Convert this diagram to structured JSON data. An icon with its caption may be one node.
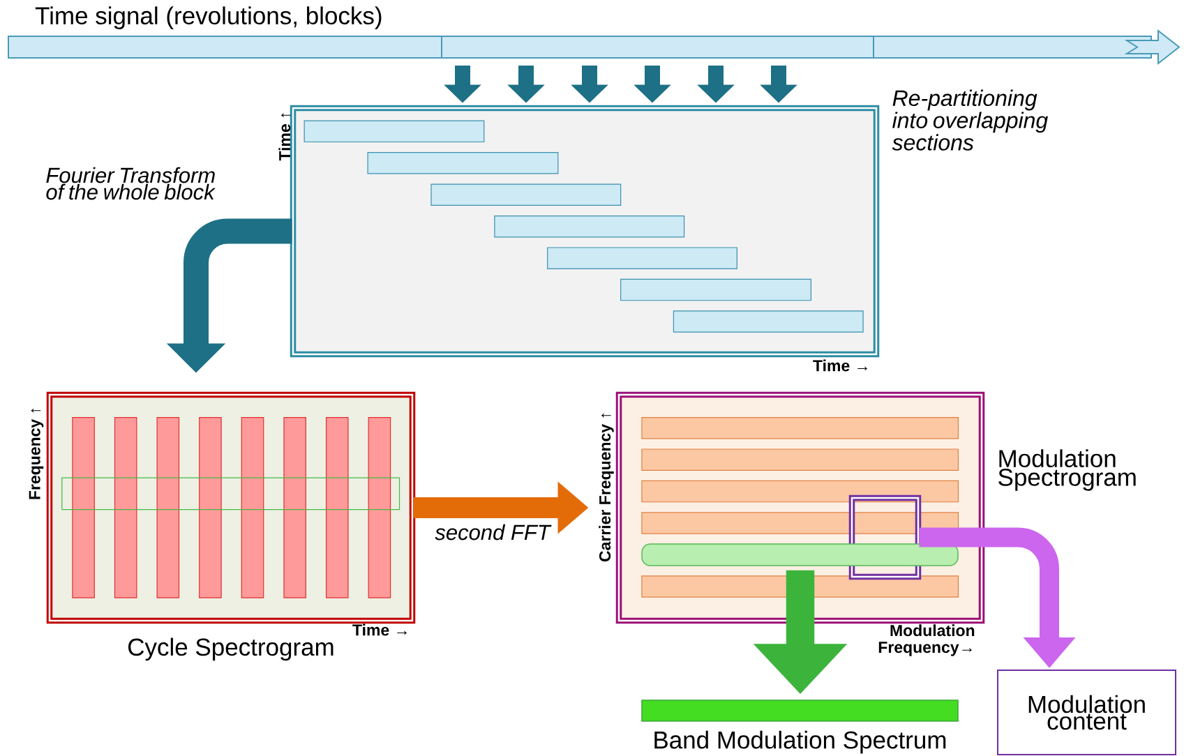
{
  "diagram": {
    "nodes": [
      {
        "text": [
          "Time signal (revolutions, blocks)"
        ]
      },
      {
        "text": [],
        "shape": "box",
        "beside": [
          "Re-partitioning into overlapping sections"
        ]
      },
      {
        "text": [
          "Cycle Spectrogram"
        ]
      },
      {
        "text": [
          "Modulation Spectrogram"
        ]
      },
      {
        "text": [
          "Band Modulation Spectrum"
        ]
      },
      {
        "text": [
          "Modulation content"
        ]
      },
      {
        "text": [],
        "shape": "box",
        "in": 3
      },
      {
        "text": [],
        "shape": "bar",
        "in": 3
      }
    ],
    "edges": [
      {
        "from": 0,
        "to": 1,
        "arrow": "to"
      },
      {
        "from": 0,
        "to": 1,
        "arrow": "to"
      },
      {
        "from": 0,
        "to": 1,
        "arrow": "to"
      },
      {
        "from": 0,
        "to": 1,
        "arrow": "to"
      },
      {
        "from": 0,
        "to": 1,
        "arrow": "to"
      },
      {
        "from": 0,
        "to": 1,
        "arrow": "to"
      },
      {
        "from": 1,
        "to": 2,
        "arrow": "to",
        "label": "*Fourier Transform of the whole block*"
      },
      {
        "from": 2,
        "to": 3,
        "arrow": "to",
        "label": "*second FFT*",
        "color": "#e36c09"
      },
      {
        "from": 7,
        "to": 4,
        "arrow": "to",
        "color": "#3cb43c",
        "style": "thick"
      },
      {
        "from": 6,
        "to": 5,
        "arrow": "to",
        "color": "#cc66ee"
      }
    ],
    "labels": [
      "Time ↑",
      "Time →",
      "Frequency ↑",
      "Time →",
      "Carrier Frequency ↑",
      "Modulation Frequency→"
    ]
  }
}
